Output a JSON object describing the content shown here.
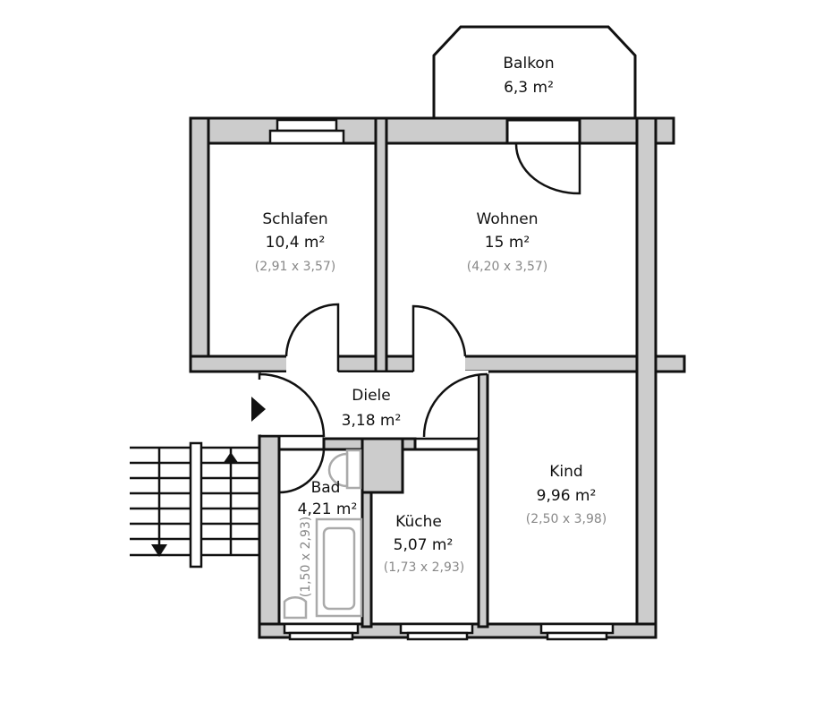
{
  "rooms": {
    "balkon": {
      "name": "Balkon",
      "area": "6,3 m²"
    },
    "schlafen": {
      "name": "Schlafen",
      "area": "10,4 m²",
      "dims": "(2,91 x 3,57)"
    },
    "wohnen": {
      "name": "Wohnen",
      "area": "15 m²",
      "dims": "(4,20 x 3,57)"
    },
    "diele": {
      "name": "Diele",
      "area": "3,18 m²"
    },
    "kind": {
      "name": "Kind",
      "area": "9,96 m²",
      "dims": "(2,50 x 3,98)"
    },
    "bad": {
      "name": "Bad",
      "area": "4,21 m²",
      "dims": "(1,50 x 2,93)"
    },
    "kueche": {
      "name": "Küche",
      "area": "5,07 m²",
      "dims": "(1,73 x 2,93)"
    }
  },
  "colors": {
    "wall": "#cccccc",
    "line": "#111111",
    "dims": "#888888"
  }
}
